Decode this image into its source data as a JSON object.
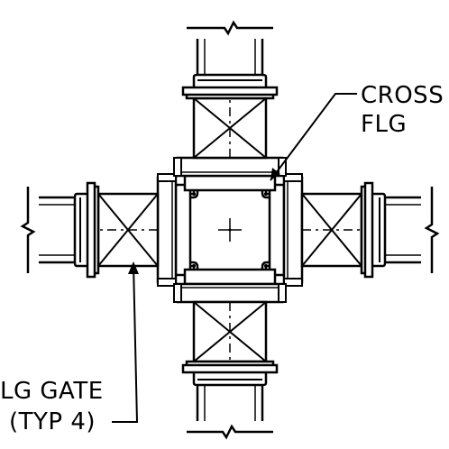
{
  "callouts": {
    "cross": {
      "line1": "CROSS",
      "line2": "FLG"
    },
    "gate": {
      "line1": "LG GATE",
      "line2": "(TYP 4)"
    }
  },
  "colors": {
    "stroke": "#000000",
    "background": "#ffffff"
  }
}
